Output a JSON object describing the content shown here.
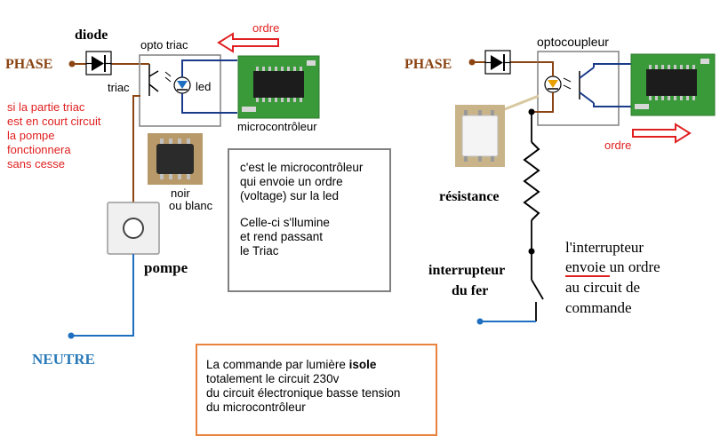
{
  "left": {
    "phase": "PHASE",
    "diode": "diode",
    "opto_triac": "opto triac",
    "ordre": "ordre",
    "triac": "triac",
    "led": "led",
    "microcontroller": "microcontrôleur",
    "short_circuit_note": [
      "si la partie triac",
      "est en court circuit",
      "la pompe",
      "fonctionnera",
      "sans cesse"
    ],
    "chip_label": [
      "noir",
      "ou blanc"
    ],
    "pump": "pompe",
    "neutral": "NEUTRE"
  },
  "right": {
    "phase": "PHASE",
    "optocoupler": "optocoupleur",
    "ordre": "ordre",
    "resistance": "résistance",
    "switch_label": [
      "interrupteur",
      "du fer"
    ],
    "switch_note": [
      "l'interrupteur",
      "envoie un ordre",
      "au circuit de",
      "commande"
    ]
  },
  "note_box": {
    "para1": [
      "c'est le microcontrôleur",
      "qui envoie un ordre",
      "(voltage) sur la led"
    ],
    "para2": [
      "Celle-ci s'llumine",
      "et rend passant",
      "le Triac"
    ]
  },
  "isolation_box": {
    "line1_pre": "La commande par lumière ",
    "line1_bold": "isole",
    "lines": [
      "totalement le circuit 230v",
      "du circuit électronique basse tension",
      "du microcontrôleur"
    ]
  },
  "colors": {
    "wire_brown": "#8b4513",
    "wire_blue": "#1e6fbf",
    "phase_brown": "#8b4513",
    "neutral_blue": "#2a7ab8",
    "red_text": "#e02020",
    "arrow_red": "#e02020",
    "iso_border": "#e8823c",
    "note_border": "#808080",
    "pcb_green": "#3a9a3a"
  }
}
